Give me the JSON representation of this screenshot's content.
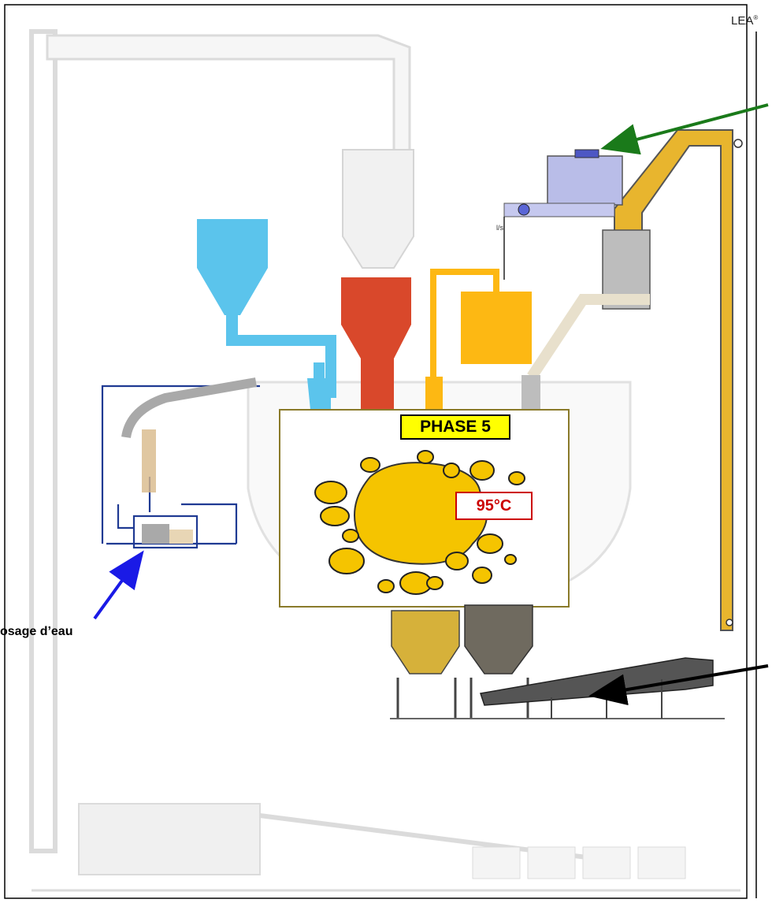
{
  "brand": {
    "name": "LEA",
    "mark": "®"
  },
  "labels": {
    "water_dosing": "osage d’eau",
    "phase": "PHASE 5",
    "temperature": "95°C",
    "flow_unit": "l/s"
  },
  "colors": {
    "filler": "#5bc4ec",
    "bitumen": "#d9482b",
    "additive": "#fdb813",
    "recycled": "#bdbdbd",
    "aggregate": "#f5c400",
    "elevator": "#e8b52e",
    "water_circuit": "#1f3a93",
    "arrow_green": "#1a7a1a",
    "arrow_blue": "#1a1ae6",
    "arrow_black": "#000000",
    "frame": "#8a7a2a"
  }
}
